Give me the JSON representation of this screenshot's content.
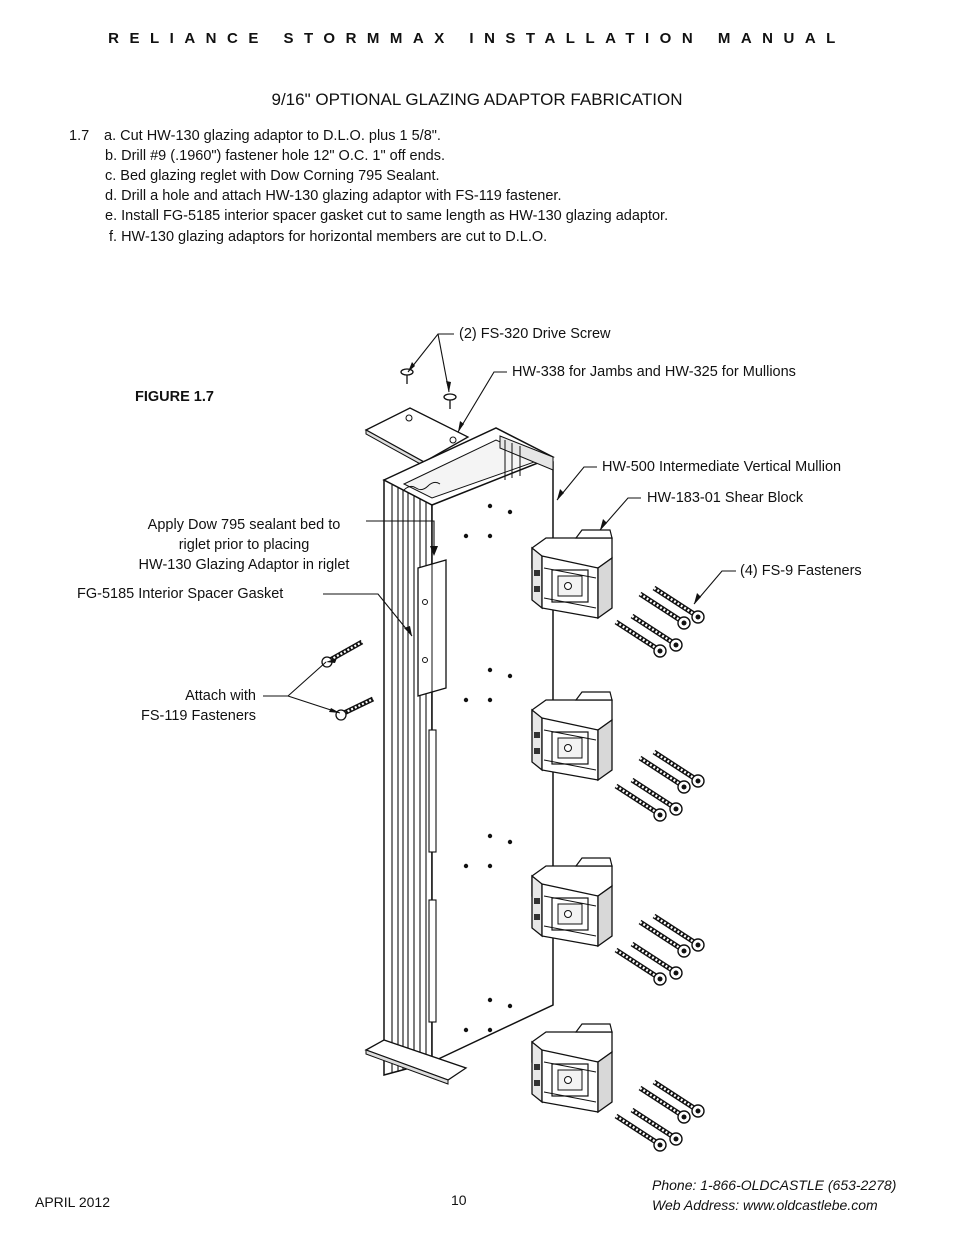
{
  "header": {
    "title": "RELIANCE STORMMAX INSTALLATION MANUAL"
  },
  "section": {
    "title": "9/16\" OPTIONAL GLAZING ADAPTOR FABRICATION"
  },
  "steps": {
    "number": "1.7",
    "items": [
      "a. Cut HW-130 glazing adaptor to D.L.O. plus 1 5/8\".",
      "b. Drill #9 (.1960\") fastener hole 12\" O.C. 1\" off ends.",
      "c. Bed glazing reglet with Dow Corning 795 Sealant.",
      "d. Drill a hole and attach HW-130 glazing adaptor with FS-119 fastener.",
      "e. Install FG-5185 interior spacer gasket cut to same length as HW-130 glazing adaptor.",
      "f. HW-130 glazing adaptors for horizontal members are cut to D.L.O."
    ]
  },
  "figure": {
    "label": "FIGURE 1.7",
    "callouts": {
      "drive_screw": "(2) FS-320 Drive Screw",
      "jamb_mullion": "HW-338 for Jambs and HW-325 for Mullions",
      "vertical_mullion": "HW-500 Intermediate Vertical Mullion",
      "shear_block": "HW-183-01 Shear Block",
      "sealant_line1": "Apply Dow 795 sealant bed to",
      "sealant_line2": "riglet prior to placing",
      "sealant_line3": "HW-130 Glazing Adaptor in riglet",
      "fs9": "(4) FS-9 Fasteners",
      "gasket": "FG-5185 Interior Spacer Gasket",
      "attach_line1": "Attach with",
      "attach_line2": "FS-119 Fasteners"
    }
  },
  "footer": {
    "date": "APRIL 2012",
    "page": "10",
    "phone": "Phone: 1-866-OLDCASTLE (653-2278)",
    "web": "Web Address: www.oldcastlebe.com"
  }
}
